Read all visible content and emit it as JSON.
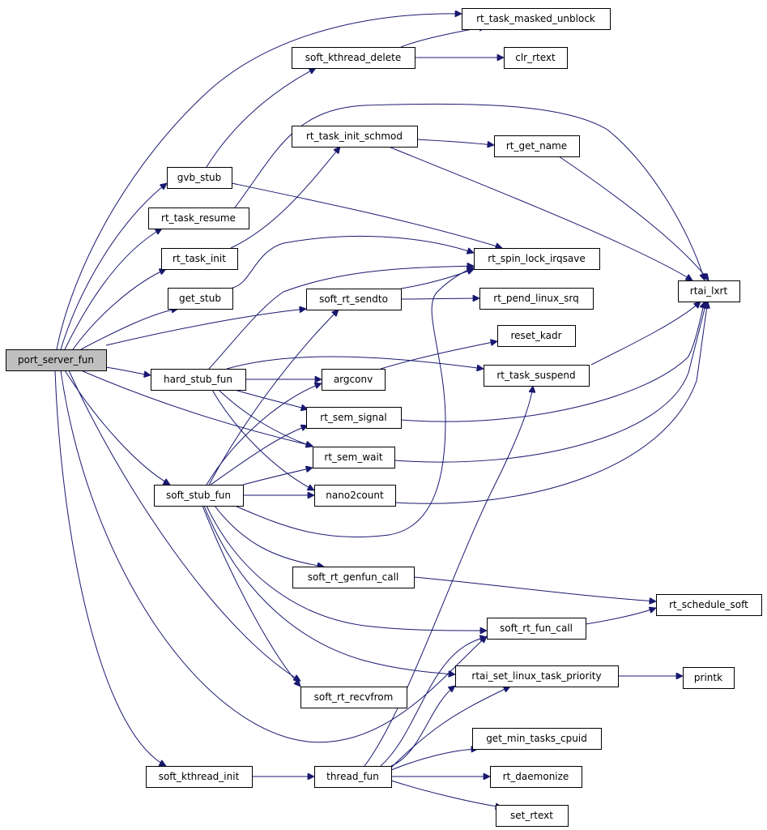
{
  "graph": {
    "title": "",
    "colors": {
      "edge": "#191970",
      "node_border": "#000000",
      "root_fill": "#bfbfbf",
      "node_fill": "#ffffff"
    },
    "nodes": {
      "port_server_fun": "port_server_fun",
      "rt_task_masked_unblock": "rt_task_masked_unblock",
      "soft_kthread_delete": "soft_kthread_delete",
      "clr_rtext": "clr_rtext",
      "rt_task_init_schmod": "rt_task_init_schmod",
      "rt_get_name": "rt_get_name",
      "gvb_stub": "gvb_stub",
      "rt_task_resume": "rt_task_resume",
      "rt_task_init": "rt_task_init",
      "rt_spin_lock_irqsave": "rt_spin_lock_irqsave",
      "rtai_lxrt": "rtai_lxrt",
      "get_stub": "get_stub",
      "soft_rt_sendto": "soft_rt_sendto",
      "rt_pend_linux_srq": "rt_pend_linux_srq",
      "reset_kadr": "reset_kadr",
      "hard_stub_fun": "hard_stub_fun",
      "argconv": "argconv",
      "rt_task_suspend": "rt_task_suspend",
      "rt_sem_signal": "rt_sem_signal",
      "rt_sem_wait": "rt_sem_wait",
      "soft_stub_fun": "soft_stub_fun",
      "nano2count": "nano2count",
      "soft_rt_genfun_call": "soft_rt_genfun_call",
      "rt_schedule_soft": "rt_schedule_soft",
      "soft_rt_fun_call": "soft_rt_fun_call",
      "rtai_set_linux_task_priority": "rtai_set_linux_task_priority",
      "printk": "printk",
      "soft_rt_recvfrom": "soft_rt_recvfrom",
      "get_min_tasks_cpuid": "get_min_tasks_cpuid",
      "soft_kthread_init": "soft_kthread_init",
      "thread_fun": "thread_fun",
      "rt_daemonize": "rt_daemonize",
      "set_rtext": "set_rtext"
    }
  }
}
